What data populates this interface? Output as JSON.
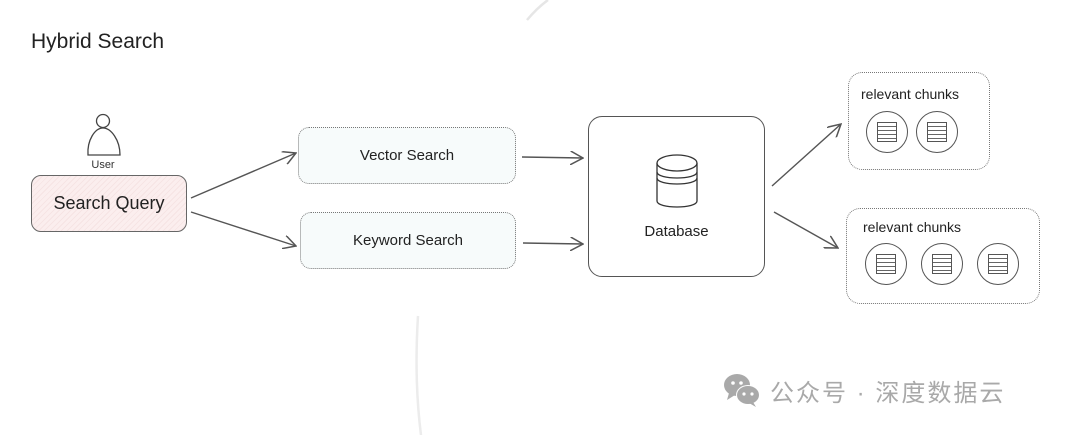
{
  "diagram": {
    "title": "Hybrid Search",
    "user": {
      "label": "User",
      "icon": "user-icon"
    },
    "query": {
      "label": "Search Query"
    },
    "searches": [
      {
        "label": "Vector Search"
      },
      {
        "label": "Keyword Search"
      }
    ],
    "database": {
      "label": "Database",
      "icon": "database-icon"
    },
    "results": [
      {
        "label": "relevant chunks",
        "chunk_count": 2
      },
      {
        "label": "relevant chunks",
        "chunk_count": 3
      }
    ],
    "edges": [
      {
        "from": "Search Query",
        "to": "Vector Search"
      },
      {
        "from": "Search Query",
        "to": "Keyword Search"
      },
      {
        "from": "Vector Search",
        "to": "Database"
      },
      {
        "from": "Keyword Search",
        "to": "Database"
      },
      {
        "from": "Database",
        "to": "relevant chunks (2)"
      },
      {
        "from": "Database",
        "to": "relevant chunks (3)"
      }
    ]
  },
  "watermark": {
    "icon": "wechat-icon",
    "text": "公众号 · 深度数据云"
  },
  "colors": {
    "query_fill": "#f8e8e8",
    "search_fill": "#f7fbfb",
    "watermark": "#a9a9a9"
  }
}
